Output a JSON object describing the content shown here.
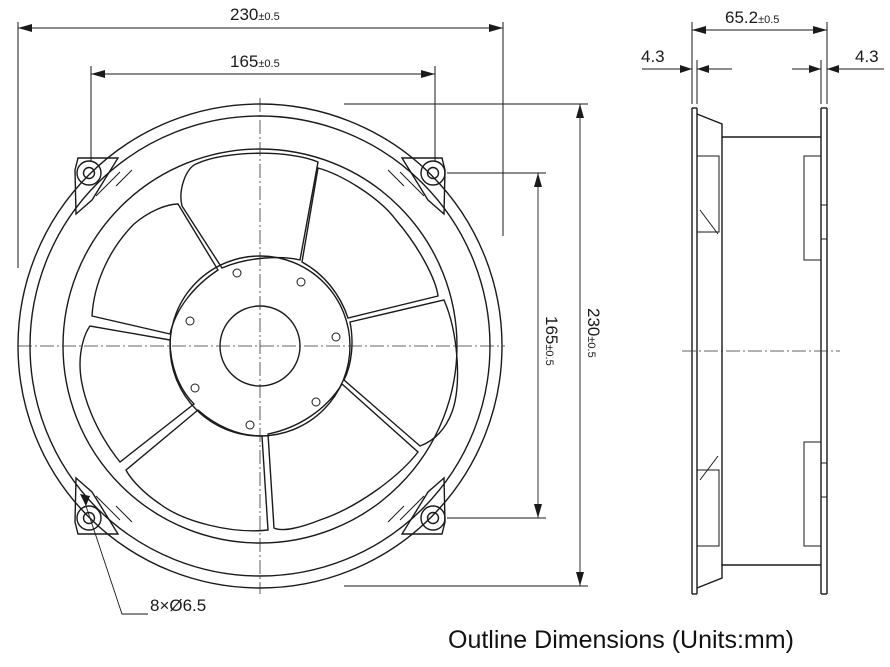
{
  "front_view": {
    "overall_width": {
      "value": "230",
      "tolerance": "±0.5"
    },
    "hole_spacing_horizontal": {
      "value": "165",
      "tolerance": "±0.5"
    },
    "hole_spacing_vertical": {
      "value": "165",
      "tolerance": "±0.5"
    },
    "overall_height": {
      "value": "230",
      "tolerance": "±0.5"
    },
    "mounting_holes": "8×Ø6.5"
  },
  "side_view": {
    "depth": {
      "value": "65.2",
      "tolerance": "±0.5"
    },
    "flange_left": "4.3",
    "flange_right": "4.3"
  },
  "caption": "Outline Dimensions (Units:mm)"
}
